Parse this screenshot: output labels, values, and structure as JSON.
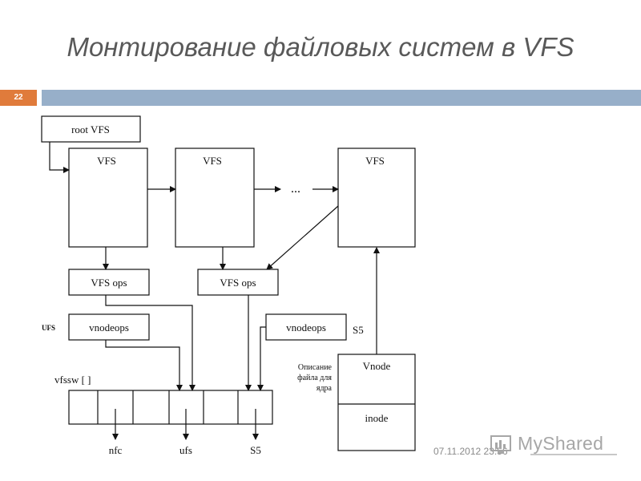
{
  "slide": {
    "title": "Монтирование файловых систем в VFS",
    "number": "22",
    "date": "07.11.2012 23:56",
    "brand": "MyShared",
    "accent_color": "#e07b3b",
    "bar_color": "#97afc9"
  },
  "diagram": {
    "root_vfs": "root VFS",
    "vfs_1": "VFS",
    "vfs_2": "VFS",
    "vfs_3": "VFS",
    "ellipsis": "...",
    "vfs_ops_1": "VFS ops",
    "vfs_ops_2": "VFS ops",
    "ufs_label": "UFS",
    "vnodeops_1": "vnodeops",
    "vnodeops_2": "vnodeops",
    "s5_side": "S5",
    "vfssw_label": "vfssw [ ]",
    "vnode": "Vnode",
    "inode": "inode",
    "desc_line1": "Описание",
    "desc_line2": "файла для",
    "desc_line3": "ядра",
    "out_nfc": "nfc",
    "out_ufs": "ufs",
    "out_s5": "S5"
  }
}
